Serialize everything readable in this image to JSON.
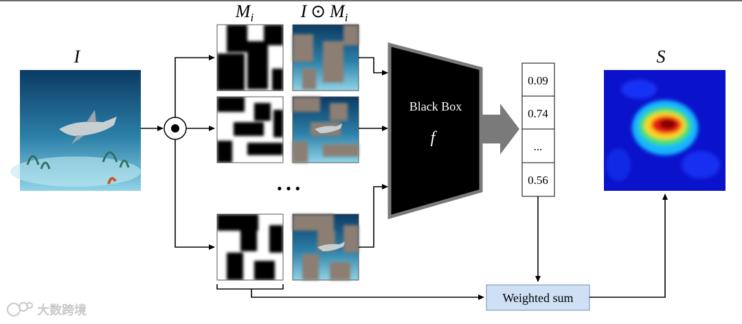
{
  "labels": {
    "input": "I",
    "mask_prefix": "M",
    "mask_sub": "i",
    "masked_a": "I",
    "masked_op": "⊙",
    "masked_b": "M",
    "masked_sub": "i",
    "saliency": "S"
  },
  "black_box": {
    "title": "Black Box",
    "func": "f"
  },
  "scores": [
    "0.09",
    "0.74",
    "...",
    "0.56"
  ],
  "weighted_sum": "Weighted sum",
  "ellipsis_dots": "•  •  •",
  "watermark": "大数跨境",
  "icons": {
    "elementwise": "elementwise-product-icon",
    "arrow": "arrow-right-icon",
    "watermark": "watermark-logo-icon"
  },
  "colors": {
    "black_box_fill": "#000000",
    "black_box_border": "#7a7a7a",
    "weighted_sum_fill": "#cfe0f5",
    "mask_overlay": "#8c7e72",
    "underwater_top": "#0b3a63",
    "underwater_bottom": "#8fd3e6"
  }
}
